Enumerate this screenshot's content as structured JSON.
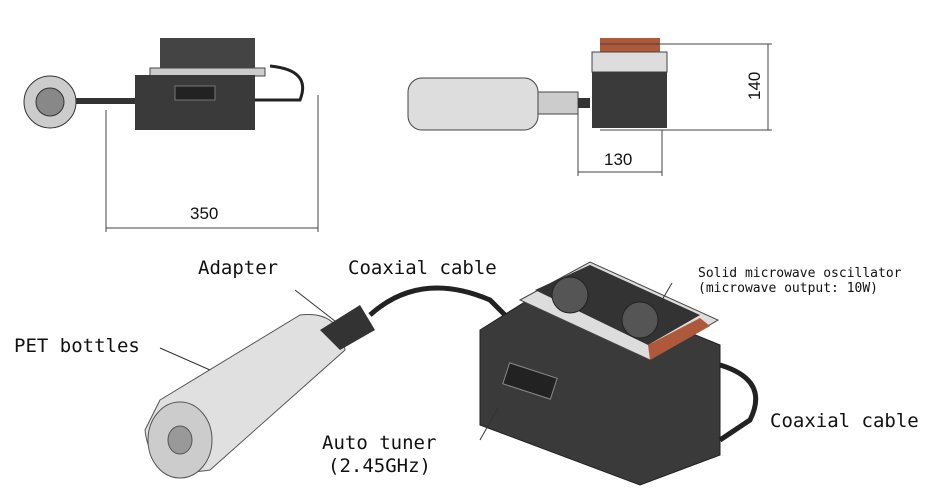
{
  "dimensions": {
    "width_350": "350",
    "depth_130": "130",
    "height_140": "140"
  },
  "labels": {
    "adapter": "Adapter",
    "coaxial_cable_top": "Coaxial cable",
    "pet_bottles": "PET bottles",
    "oscillator_line1": "Solid microwave oscillator",
    "oscillator_line2": "(microwave output: 10W)",
    "auto_tuner_line1": "Auto tuner",
    "auto_tuner_line2": "(2.45GHz)",
    "coaxial_cable_right": "Coaxial cable"
  },
  "colors": {
    "device_body": "#3a3a3a",
    "heatsink": "#b0583a",
    "bottle": "#d8d8d8"
  }
}
